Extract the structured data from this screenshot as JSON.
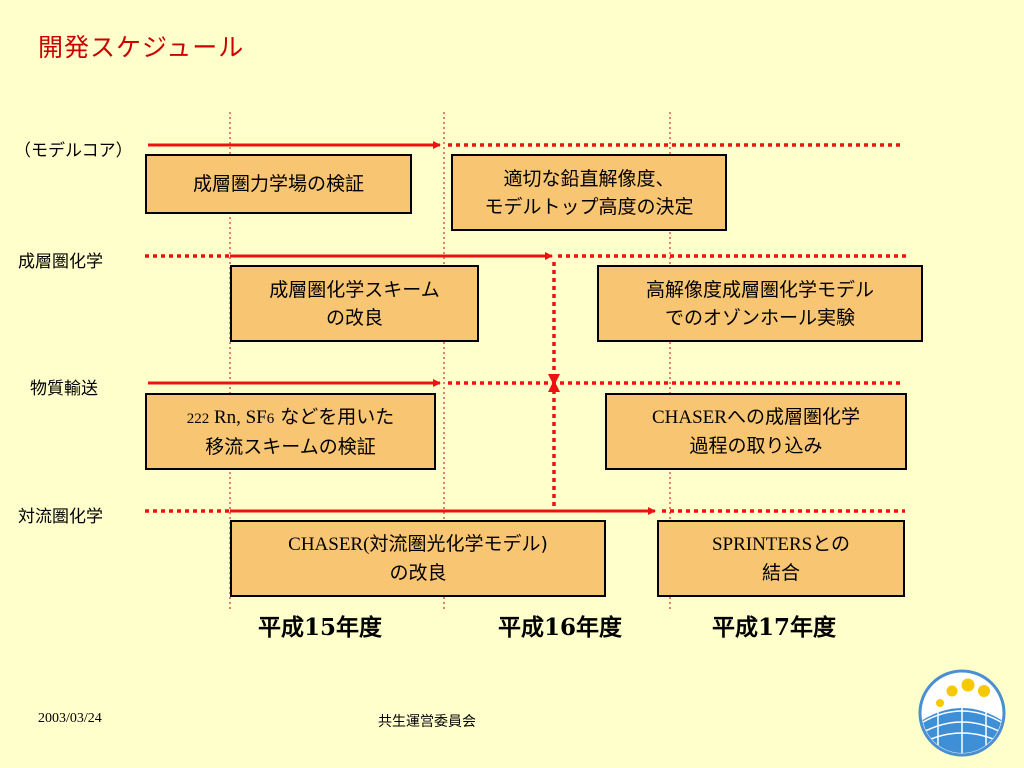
{
  "title": "開発スケジュール",
  "rows": {
    "model_core": "（モデルコア）",
    "strat_chem": "成層圏化学",
    "transport": "物質輸送",
    "trop_chem": "対流圏化学"
  },
  "boxes": {
    "model_core_1": "成層圏力学場の検証",
    "model_core_2_line1": "適切な鉛直解像度、",
    "model_core_2_line2": "モデルトップ高度の決定",
    "strat_1_line1": "成層圏化学スキーム",
    "strat_1_line2": "の改良",
    "strat_2_line1": "高解像度成層圏化学モデル",
    "strat_2_line2": "でのオゾンホール実験",
    "transport_1_num": "222",
    "transport_1_rn": " Rn, SF",
    "transport_1_sub": "6",
    "transport_1_rest": " などを用いた",
    "transport_1_line2": "移流スキームの検証",
    "transport_2_chaser": "CHASER",
    "transport_2_rest": "への成層圏化学",
    "transport_2_line2": "過程の取り込み",
    "trop_1_chaser": "CHASER(",
    "trop_1_rest": "対流圏光化学モデル)",
    "trop_1_line2": "の改良",
    "trop_2_sprinters": "SPRINTERS",
    "trop_2_rest": "との",
    "trop_2_line2": "結合"
  },
  "years": [
    "平成15年度",
    "平成16年度",
    "平成17年度"
  ],
  "footer": {
    "date": "2003/03/24",
    "center": "共生運営委員会"
  },
  "colors": {
    "background": "#ffffcc",
    "line": "#ee1111",
    "box_fill": "#f8c572",
    "title": "#cc0000"
  }
}
